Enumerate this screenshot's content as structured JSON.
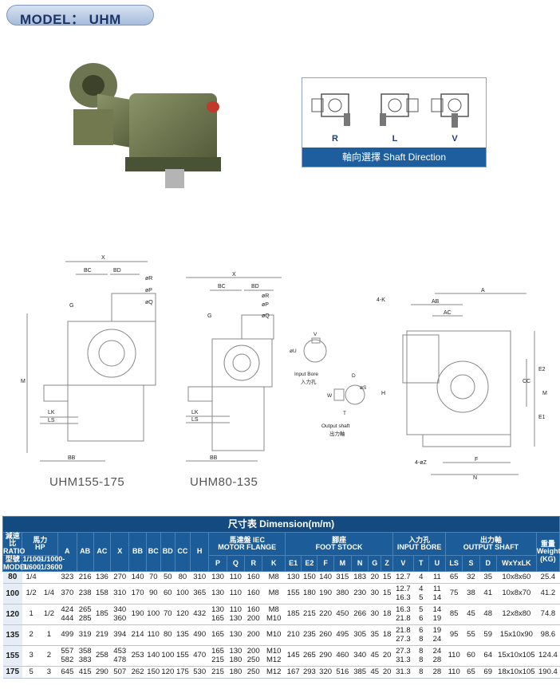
{
  "header": {
    "model_label": "MODEL： UHM"
  },
  "shaft_direction": {
    "letters": [
      "R",
      "L",
      "V"
    ],
    "caption": "軸向選擇  Shaft Direction"
  },
  "drawings": {
    "left_caption": "UHM155-175",
    "mid_caption": "UHM80-135",
    "labels": {
      "x": "X",
      "bc": "BC",
      "bd": "BD",
      "phi_r": "øR",
      "phi_p": "øP",
      "phi_q": "øQ",
      "g": "G",
      "m": "M",
      "lk": "LK",
      "ls": "LS",
      "bb": "BB",
      "v": "V",
      "phi_u": "øU",
      "input_bore": "Input Bore",
      "input_bore_cn": "入力孔",
      "d": "D",
      "w": "W",
      "t": "T",
      "phi_s": "øS",
      "output_shaft": "Output shaft",
      "output_shaft_cn": "出力軸",
      "four_k": "4-K",
      "a": "A",
      "ab": "AB",
      "ac": "AC",
      "e2": "E2",
      "cc": "CC",
      "e1": "E1",
      "h": "H",
      "four_phi_z": "4-øZ",
      "f": "F",
      "n": "N"
    }
  },
  "table": {
    "title": "尺寸表  Dimension(m/m)",
    "headers": {
      "ratio": "減速比\nRATIO",
      "hp": "馬力\nHP",
      "model_cn": "型號\nMODEL",
      "r1": "1/100-\n1/600",
      "r2": "1/1000-\n1/3600",
      "a": "A",
      "ab": "AB",
      "ac": "AC",
      "x": "X",
      "bb": "BB",
      "bc": "BC",
      "bd": "BD",
      "cc": "CC",
      "h": "H",
      "motor_flange": "馬達盤 IEC\nMOTOR FLANGE",
      "p": "P",
      "q": "Q",
      "r": "R",
      "k": "K",
      "foot_stock": "腳座\nFOOT STOCK",
      "e1": "E1",
      "e2": "E2",
      "f": "F",
      "m": "M",
      "n": "N",
      "g": "G",
      "z": "Z",
      "input_bore": "入力孔\nINPUT BORE",
      "v": "V",
      "t": "T",
      "u": "U",
      "output_shaft": "出力軸\nOUTPUT SHAFT",
      "ls": "LS",
      "s": "S",
      "d": "D",
      "wxlk": "WxYxLK",
      "weight": "重量\nWeight\n(KG)"
    },
    "rows": [
      {
        "model": "80",
        "r1": "1/4",
        "r2": "",
        "a": "323",
        "ab": "216",
        "ac": "136",
        "x": "270",
        "bb": "140",
        "bc": "70",
        "bd": "50",
        "cc": "80",
        "h": "310",
        "p": "130",
        "q": "110",
        "r": "160",
        "k": "M8",
        "e1": "130",
        "e2": "150",
        "f": "140",
        "m": "315",
        "n": "183",
        "g": "20",
        "z": "15",
        "v": "12.7",
        "t": "4",
        "u": "11",
        "ls": "65",
        "s": "32",
        "d": "35",
        "wxlk": "10x8x60",
        "weight": "25.4"
      },
      {
        "model": "100",
        "r1": "1/2",
        "r2": "1/4",
        "a": "370",
        "ab": "238",
        "ac": "158",
        "x": "310",
        "bb": "170",
        "bc": "90",
        "bd": "60",
        "cc": "100",
        "h": "365",
        "p": "130",
        "q": "110",
        "r": "160",
        "k": "M8",
        "e1": "155",
        "e2": "180",
        "f": "190",
        "m": "380",
        "n": "230",
        "g": "30",
        "z": "15",
        "v": "12.7\n16.3",
        "t": "4\n5",
        "u": "11\n14",
        "ls": "75",
        "s": "38",
        "d": "41",
        "wxlk": "10x8x70",
        "weight": "41.2"
      },
      {
        "model": "120",
        "r1": "1",
        "r2": "1/2",
        "a": "424\n444",
        "ab": "265\n285",
        "ac": "185",
        "x": "340\n360",
        "bb": "190",
        "bc": "100",
        "bd": "70",
        "cc": "120",
        "h": "432",
        "p": "130\n165",
        "q": "110\n130",
        "r": "160\n200",
        "k": "M8\nM10",
        "e1": "185",
        "e2": "215",
        "f": "220",
        "m": "450",
        "n": "266",
        "g": "30",
        "z": "18",
        "v": "16.3\n21.8",
        "t": "5\n6",
        "u": "14\n19",
        "ls": "85",
        "s": "45",
        "d": "48",
        "wxlk": "12x8x80",
        "weight": "74.8"
      },
      {
        "model": "135",
        "r1": "2",
        "r2": "1",
        "a": "499",
        "ab": "319",
        "ac": "219",
        "x": "394",
        "bb": "214",
        "bc": "110",
        "bd": "80",
        "cc": "135",
        "h": "490",
        "p": "165",
        "q": "130",
        "r": "200",
        "k": "M10",
        "e1": "210",
        "e2": "235",
        "f": "260",
        "m": "495",
        "n": "305",
        "g": "35",
        "z": "18",
        "v": "21.8\n27.3",
        "t": "6\n8",
        "u": "19\n24",
        "ls": "95",
        "s": "55",
        "d": "59",
        "wxlk": "15x10x90",
        "weight": "98.6"
      },
      {
        "model": "155",
        "r1": "3",
        "r2": "2",
        "a": "557\n582",
        "ab": "358\n383",
        "ac": "258",
        "x": "453\n478",
        "bb": "253",
        "bc": "140",
        "bd": "100",
        "cc": "155",
        "h": "470",
        "p": "165\n215",
        "q": "130\n180",
        "r": "200\n250",
        "k": "M10\nM12",
        "e1": "145",
        "e2": "265",
        "f": "290",
        "m": "460",
        "n": "340",
        "g": "45",
        "z": "20",
        "v": "27.3\n31.3",
        "t": "8\n8",
        "u": "24\n28",
        "ls": "110",
        "s": "60",
        "d": "64",
        "wxlk": "15x10x105",
        "weight": "124.4"
      },
      {
        "model": "175",
        "r1": "5",
        "r2": "3",
        "a": "645",
        "ab": "415",
        "ac": "290",
        "x": "507",
        "bb": "262",
        "bc": "150",
        "bd": "120",
        "cc": "175",
        "h": "530",
        "p": "215",
        "q": "180",
        "r": "250",
        "k": "M12",
        "e1": "167",
        "e2": "293",
        "f": "320",
        "m": "516",
        "n": "385",
        "g": "45",
        "z": "20",
        "v": "31.3",
        "t": "8",
        "u": "28",
        "ls": "110",
        "s": "65",
        "d": "69",
        "wxlk": "18x10x105",
        "weight": "190.4"
      }
    ]
  }
}
